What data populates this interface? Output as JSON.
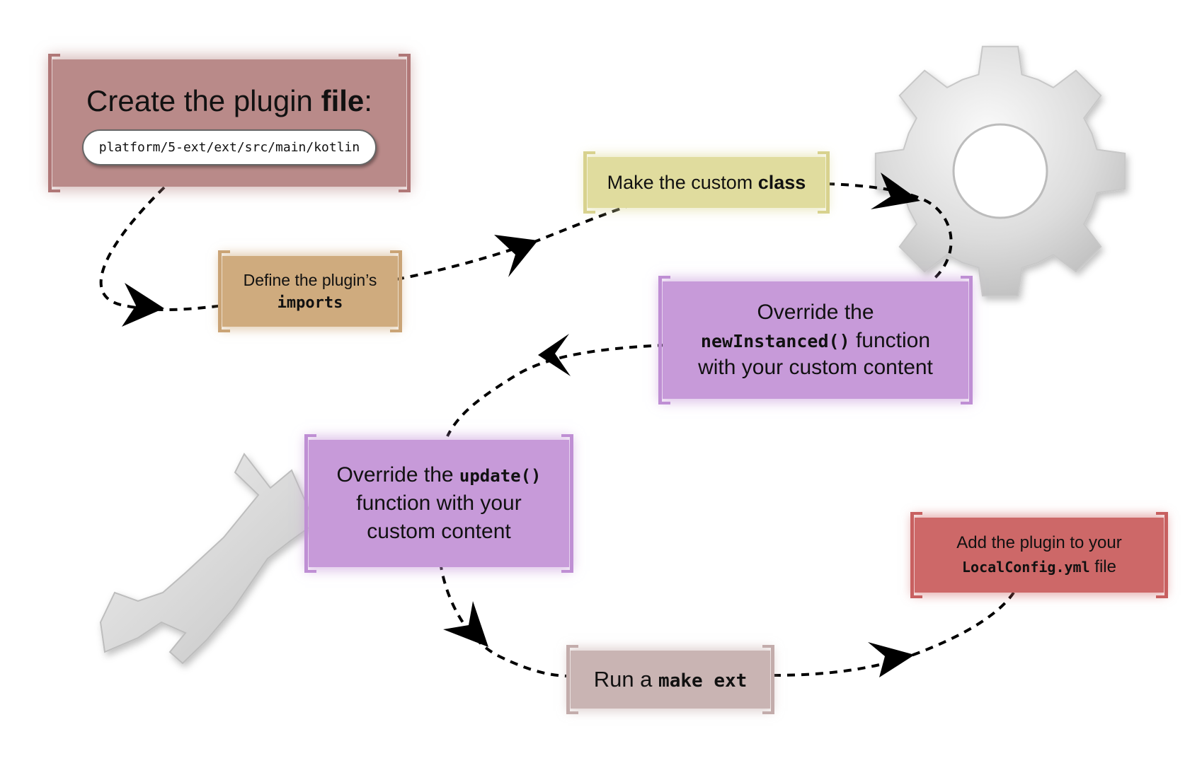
{
  "steps": {
    "create_file": {
      "title_prefix": "Create the plugin ",
      "title_bold": "file",
      "title_suffix": ":",
      "path": "platform/5-ext/ext/src/main/kotlin"
    },
    "define_imports": {
      "line1": "Define the plugin’s",
      "bold": "imports"
    },
    "custom_class": {
      "prefix": "Make the custom ",
      "bold": "class"
    },
    "new_instanced": {
      "line1": "Override the",
      "code": "newInstanced()",
      "code_suffix": " function",
      "line3": "with your custom content"
    },
    "update_fn": {
      "prefix": "Override the ",
      "code": "update()",
      "line2": "function with your",
      "line3": "custom content"
    },
    "make_ext": {
      "prefix": "Run a ",
      "code": "make ext"
    },
    "local_config": {
      "line1": "Add the plugin to your",
      "code": "LocalConfig.yml",
      "suffix": " file"
    }
  },
  "colors": {
    "create_file": "#b98a89",
    "define_imports": "#cfab7e",
    "custom_class": "#e0dc9e",
    "override_boxes": "#c79ad9",
    "make_ext": "#c9b4b3",
    "local_config": "#cd6868"
  },
  "icons": [
    "gear-icon",
    "wrench-icon"
  ]
}
